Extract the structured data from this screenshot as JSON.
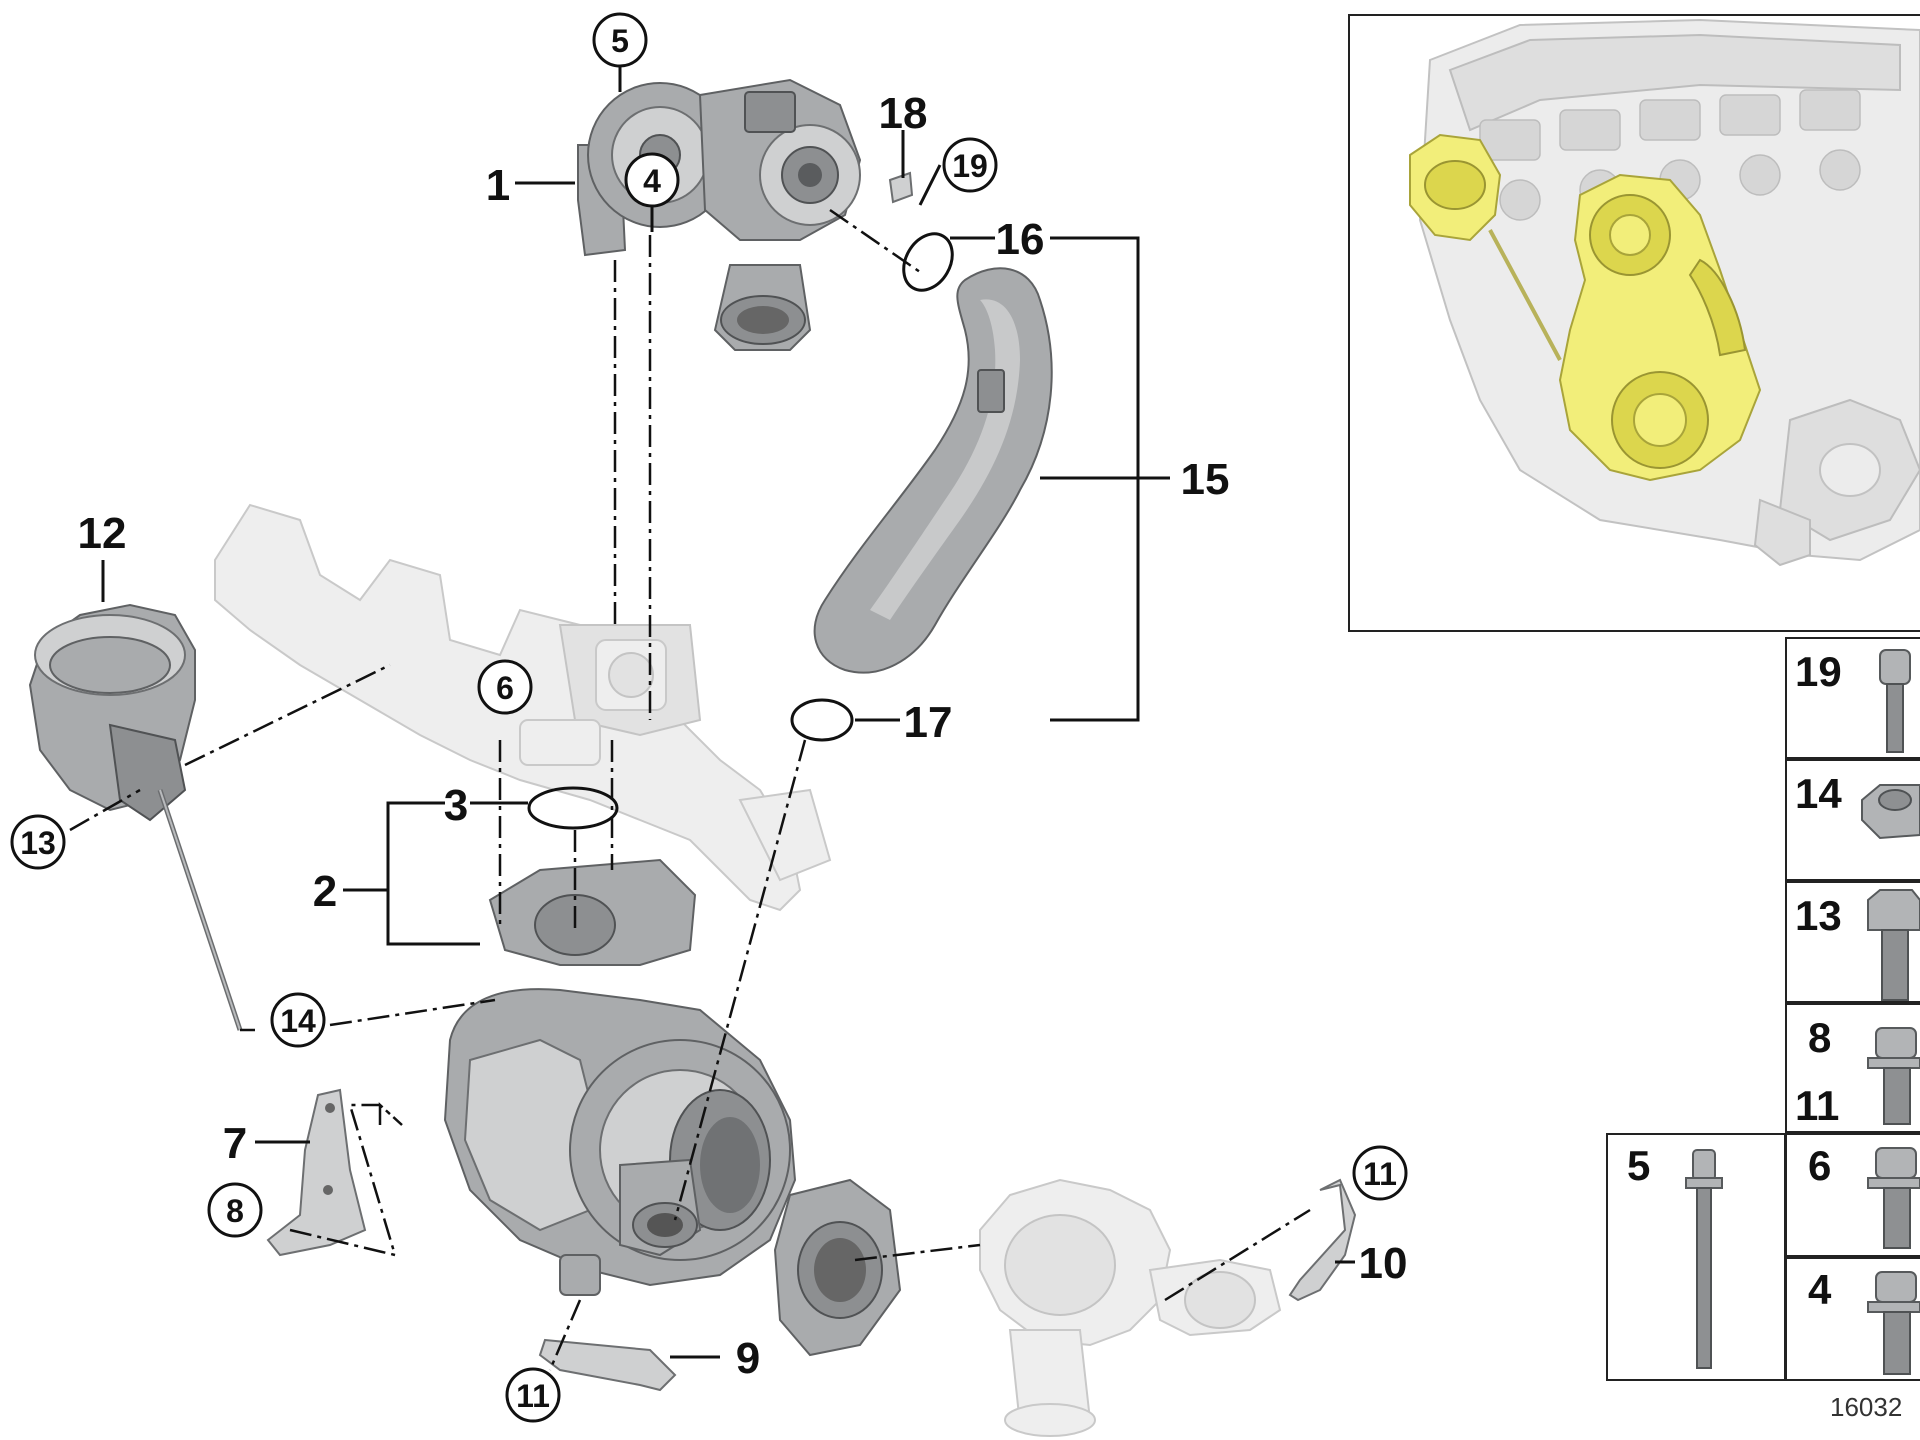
{
  "callouts": {
    "c1": "1",
    "c2": "2",
    "c3": "3",
    "c4": "4",
    "c5": "5",
    "c6": "6",
    "c7": "7",
    "c8": "8",
    "c9": "9",
    "c10": "10",
    "c11a": "11",
    "c11b": "11",
    "c12": "12",
    "c13": "13",
    "c14": "14",
    "c15": "15",
    "c16": "16",
    "c17": "17",
    "c18": "18",
    "c19": "19"
  },
  "fastener_table": {
    "rows": [
      "19",
      "14",
      "13",
      "8",
      "11",
      "5",
      "6",
      "4"
    ]
  },
  "doc_number": "16032"
}
